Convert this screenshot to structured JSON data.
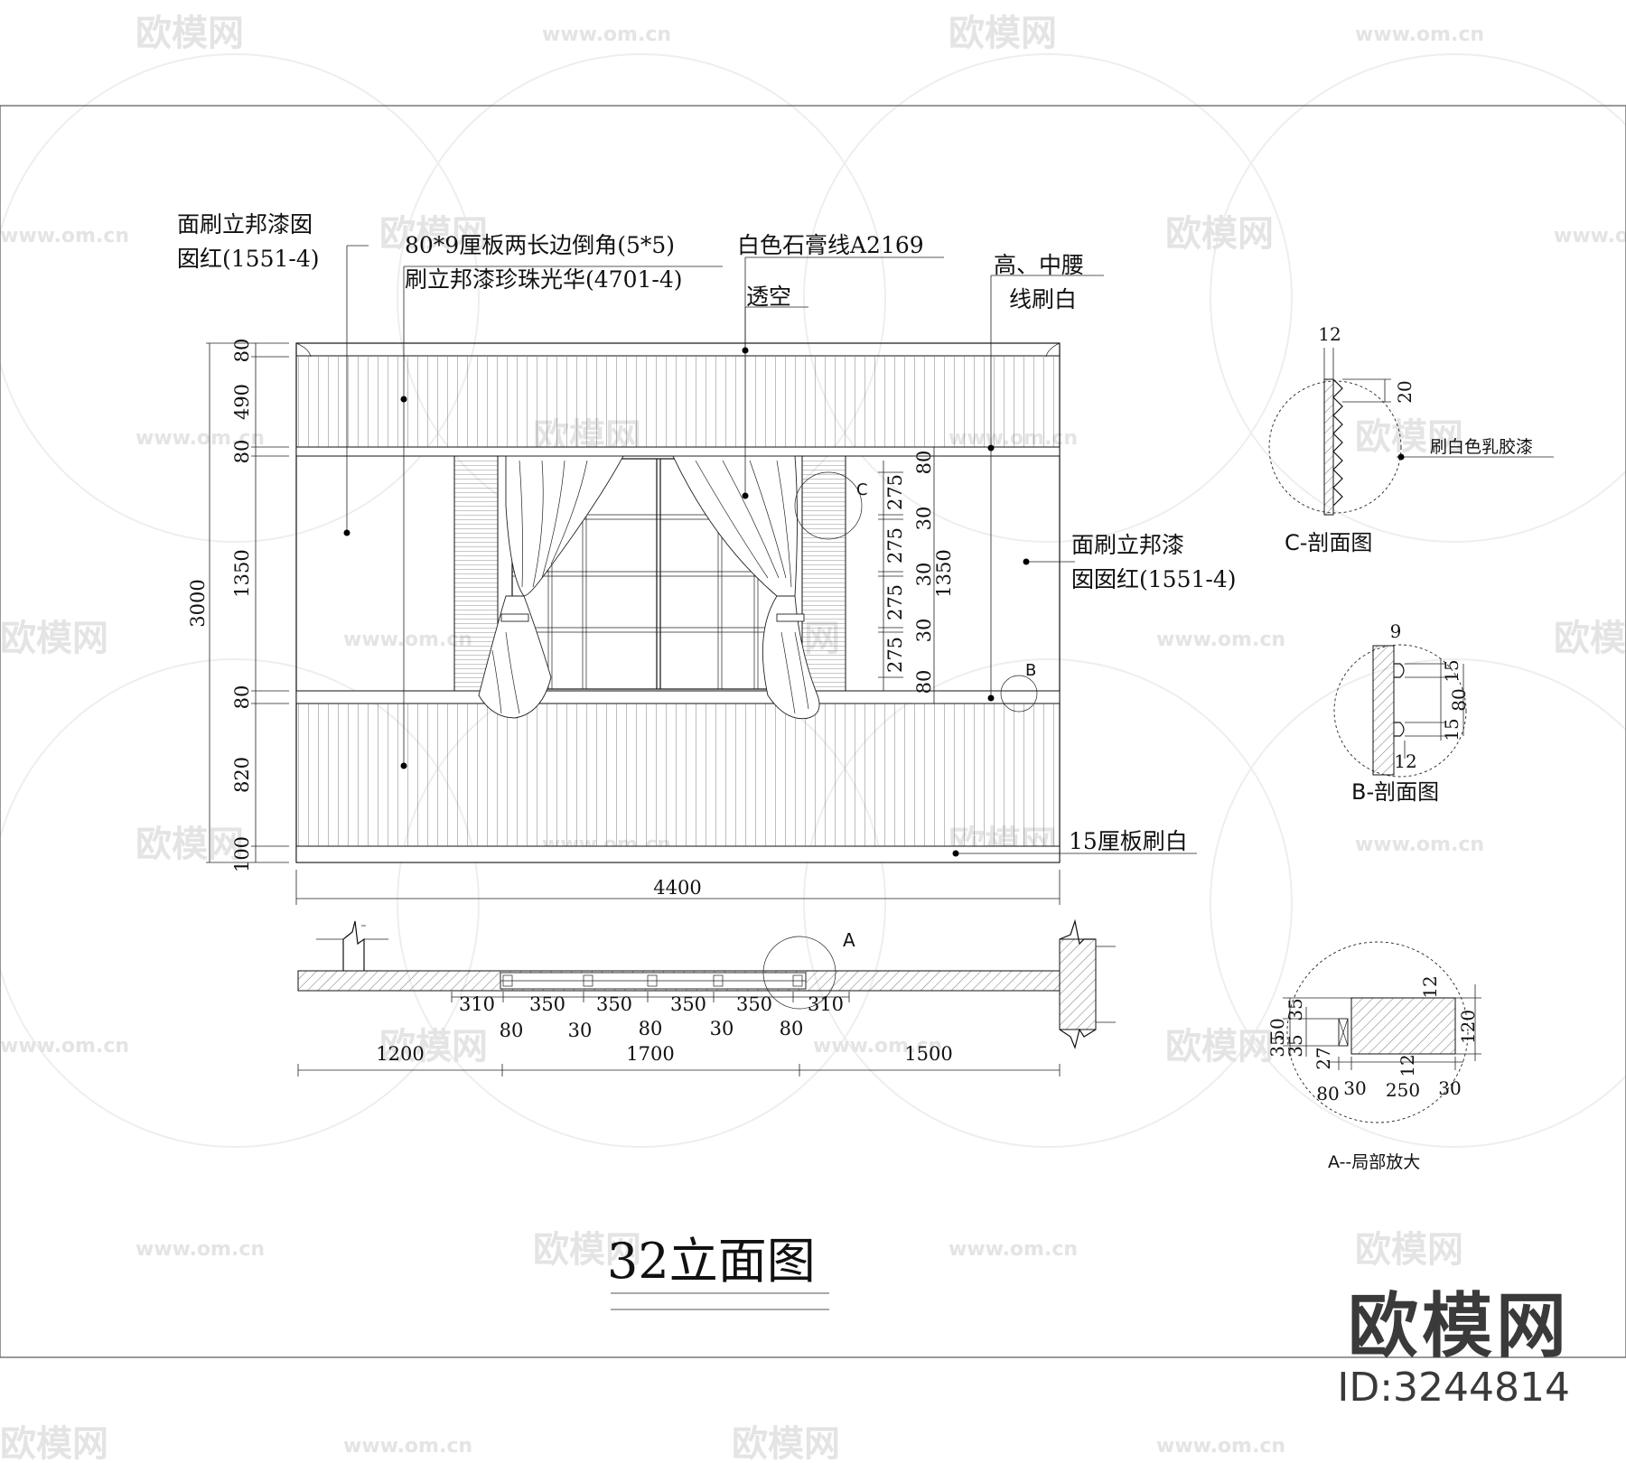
{
  "drawing_title": "32立面图",
  "annotations": {
    "wall_paint_left": [
      "面刷立邦漆囡",
      "囡红(1551-4)"
    ],
    "board_spec": [
      "80*9厘板两长边倒角(5*5)",
      "刷立邦漆珍珠光华(4701-4)"
    ],
    "gypsum_line": "白色石膏线A2169",
    "hollow": "透空",
    "waist_line": [
      "高、中腰",
      "线刷白"
    ],
    "wall_paint_right": [
      "面刷立邦漆",
      "囡囡红(1551-4)"
    ],
    "skirting": "15厘板刷白",
    "latex_paint": "刷白色乳胶漆"
  },
  "dimensions": {
    "left_vertical": [
      "80",
      "490",
      "80",
      "1350",
      "80",
      "820",
      "100"
    ],
    "overall_height": "3000",
    "window_vertical": [
      "275",
      "30",
      "275",
      "30",
      "275",
      "30",
      "275"
    ],
    "window_right": [
      "80",
      "1350",
      "80"
    ],
    "overall_width": "4400",
    "plan_small": [
      "310",
      "350",
      "350",
      "350",
      "350",
      "310"
    ],
    "plan_mullions": [
      "80",
      "30",
      "80",
      "30",
      "80"
    ],
    "plan_large": [
      "1200",
      "1700",
      "1500"
    ]
  },
  "details": {
    "C": {
      "title": "C-剖面图",
      "marker": "C",
      "dims": [
        "12",
        "20"
      ]
    },
    "B": {
      "title": "B-剖面图",
      "marker": "B",
      "dims": [
        "9",
        "15",
        "80",
        "15",
        "12"
      ]
    },
    "A": {
      "title": "A--局部放大",
      "marker": "A",
      "dims_left": [
        "50",
        "35",
        "35",
        "35",
        "27"
      ],
      "dims_right": [
        "12",
        "120",
        "12"
      ],
      "dims_bottom": [
        "80",
        "30",
        "250",
        "30"
      ]
    }
  },
  "watermark": {
    "logo": "欧模网",
    "url": "www.om.cn"
  },
  "brand": {
    "logo": "欧模网",
    "id": "ID:3244814"
  }
}
